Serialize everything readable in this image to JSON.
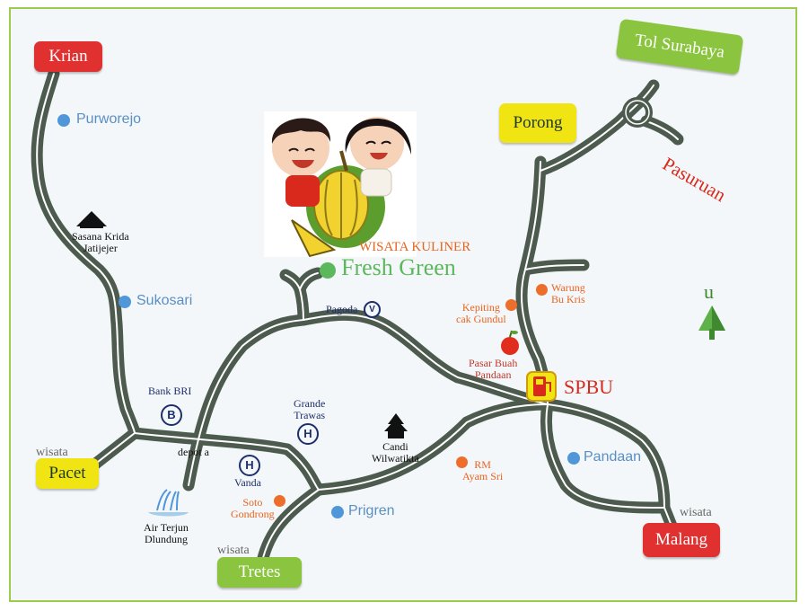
{
  "places": {
    "krian": "Krian",
    "tol_surabaya": "Tol Surabaya",
    "porong": "Porong",
    "pasuruan": "Pasuruan",
    "pacet": "Pacet",
    "tretes": "Tretes",
    "malang": "Malang",
    "spbu": "SPBU"
  },
  "wisata_prefix": "wisata",
  "brand": {
    "tagline": "WISATA KULINER",
    "name": "Fresh Green"
  },
  "villages": {
    "purworejo": "Purworejo",
    "sukosari": "Sukosari",
    "prigren": "Prigren",
    "pandaan": "Pandaan"
  },
  "landmarks": {
    "sasana_line1": "Sasana Krida",
    "sasana_line2": "Jatijejer",
    "bank": "Bank BRI",
    "bank_symbol": "B",
    "grande_line1": "Grande",
    "grande_line2": "Trawas",
    "hotel_symbol": "H",
    "vanda": "Vanda",
    "depot": "depot a",
    "candi_line1": "Candi",
    "candi_line2": "Wilwatikta",
    "air_line1": "Air Terjun",
    "air_line2": "Dlundung",
    "pagoda": "Pagoda",
    "pagoda_symbol": "V",
    "pasar_line1": "Pasar Buah",
    "pasar_line2": "Pandaan"
  },
  "eateries": {
    "kepiting_line1": "Kepiting",
    "kepiting_line2": "cak Gundul",
    "warung_line1": "Warung",
    "warung_line2": "Bu Kris",
    "rm_line1": "RM",
    "rm_line2": "Ayam Sri",
    "soto_line1": "Soto",
    "soto_line2": "Gondrong"
  },
  "compass_letter": "u",
  "colors": {
    "road": "#4d5b4f",
    "frame": "#9ccc4e",
    "red": "#e03030",
    "yellow": "#f0e412",
    "green": "#8bc53f",
    "blue": "#4f97d9",
    "orange": "#ed6d2b",
    "navy": "#1d2f6b"
  },
  "icons": [
    "house-icon",
    "pagoda-temple-icon",
    "waterfall-icon",
    "apple-icon",
    "fuel-pump-icon",
    "north-arrow-icon",
    "durian-fruit-icon",
    "mascot-kids-icon"
  ]
}
